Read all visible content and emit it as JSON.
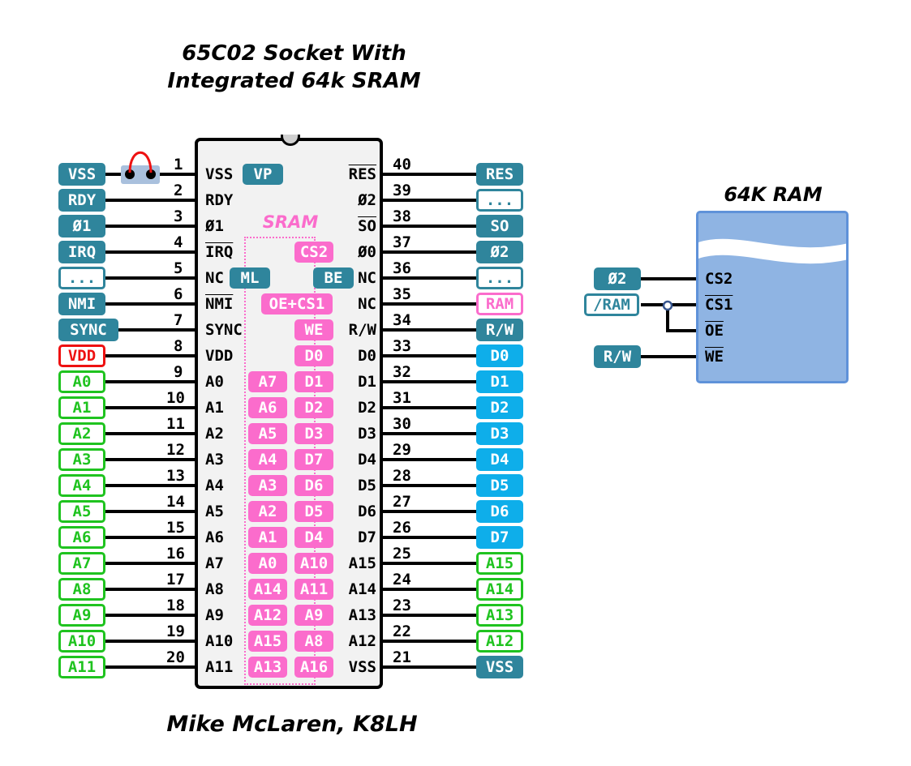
{
  "title": {
    "line1": "65C02 Socket With",
    "line2": "Integrated 64k SRAM"
  },
  "footer": "Mike McLaren, K8LH",
  "colors": {
    "teal": "#2f859c",
    "green": "#1fc31f",
    "red": "#ee1111",
    "cyan": "#0eaeea",
    "pink": "#fb6ccc",
    "ram_blue": "#8fb4e3",
    "jumper_red": "#ee1111"
  },
  "chip": {
    "sram_label": "SRAM",
    "left_pins": [
      {
        "num": "1",
        "name": "VSS",
        "overline": false,
        "tag": "VSS",
        "style": "teal"
      },
      {
        "num": "2",
        "name": "RDY",
        "overline": false,
        "tag": "RDY",
        "style": "teal"
      },
      {
        "num": "3",
        "name": "Ø1",
        "overline": false,
        "tag": "Ø1",
        "style": "teal"
      },
      {
        "num": "4",
        "name": "IRQ",
        "overline": true,
        "tag": "IRQ",
        "style": "teal"
      },
      {
        "num": "5",
        "name": "NC",
        "overline": false,
        "tag": "...",
        "style": "teal-o"
      },
      {
        "num": "6",
        "name": "NMI",
        "overline": true,
        "tag": "NMI",
        "style": "teal"
      },
      {
        "num": "7",
        "name": "SYNC",
        "overline": false,
        "tag": "SYNC",
        "style": "teal"
      },
      {
        "num": "8",
        "name": "VDD",
        "overline": false,
        "tag": "VDD",
        "style": "red-o"
      },
      {
        "num": "9",
        "name": "A0",
        "overline": false,
        "tag": "A0",
        "style": "green-o"
      },
      {
        "num": "10",
        "name": "A1",
        "overline": false,
        "tag": "A1",
        "style": "green-o"
      },
      {
        "num": "11",
        "name": "A2",
        "overline": false,
        "tag": "A2",
        "style": "green-o"
      },
      {
        "num": "12",
        "name": "A3",
        "overline": false,
        "tag": "A3",
        "style": "green-o"
      },
      {
        "num": "13",
        "name": "A4",
        "overline": false,
        "tag": "A4",
        "style": "green-o"
      },
      {
        "num": "14",
        "name": "A5",
        "overline": false,
        "tag": "A5",
        "style": "green-o"
      },
      {
        "num": "15",
        "name": "A6",
        "overline": false,
        "tag": "A6",
        "style": "green-o"
      },
      {
        "num": "16",
        "name": "A7",
        "overline": false,
        "tag": "A7",
        "style": "green-o"
      },
      {
        "num": "17",
        "name": "A8",
        "overline": false,
        "tag": "A8",
        "style": "green-o"
      },
      {
        "num": "18",
        "name": "A9",
        "overline": false,
        "tag": "A9",
        "style": "green-o"
      },
      {
        "num": "19",
        "name": "A10",
        "overline": false,
        "tag": "A10",
        "style": "green-o"
      },
      {
        "num": "20",
        "name": "A11",
        "overline": false,
        "tag": "A11",
        "style": "green-o"
      }
    ],
    "right_pins": [
      {
        "num": "40",
        "name": "RES",
        "overline": true,
        "tag": "RES",
        "style": "teal"
      },
      {
        "num": "39",
        "name": "Ø2",
        "overline": false,
        "tag": "...",
        "style": "teal-o"
      },
      {
        "num": "38",
        "name": "SO",
        "overline": true,
        "tag": "SO",
        "style": "teal"
      },
      {
        "num": "37",
        "name": "Ø0",
        "overline": false,
        "tag": "Ø2",
        "style": "teal"
      },
      {
        "num": "36",
        "name": "NC",
        "overline": false,
        "tag": "...",
        "style": "teal-o"
      },
      {
        "num": "35",
        "name": "NC",
        "overline": false,
        "tag": "RAM",
        "style": "pink-o"
      },
      {
        "num": "34",
        "name": "R/W",
        "overline": false,
        "tag": "R/W",
        "style": "teal"
      },
      {
        "num": "33",
        "name": "D0",
        "overline": false,
        "tag": "D0",
        "style": "cyan"
      },
      {
        "num": "32",
        "name": "D1",
        "overline": false,
        "tag": "D1",
        "style": "cyan"
      },
      {
        "num": "31",
        "name": "D2",
        "overline": false,
        "tag": "D2",
        "style": "cyan"
      },
      {
        "num": "30",
        "name": "D3",
        "overline": false,
        "tag": "D3",
        "style": "cyan"
      },
      {
        "num": "29",
        "name": "D4",
        "overline": false,
        "tag": "D4",
        "style": "cyan"
      },
      {
        "num": "28",
        "name": "D5",
        "overline": false,
        "tag": "D5",
        "style": "cyan"
      },
      {
        "num": "27",
        "name": "D6",
        "overline": false,
        "tag": "D6",
        "style": "cyan"
      },
      {
        "num": "26",
        "name": "D7",
        "overline": false,
        "tag": "D7",
        "style": "cyan"
      },
      {
        "num": "25",
        "name": "A15",
        "overline": false,
        "tag": "A15",
        "style": "green-o"
      },
      {
        "num": "24",
        "name": "A14",
        "overline": false,
        "tag": "A14",
        "style": "green-o"
      },
      {
        "num": "23",
        "name": "A13",
        "overline": false,
        "tag": "A13",
        "style": "green-o"
      },
      {
        "num": "22",
        "name": "A12",
        "overline": false,
        "tag": "A12",
        "style": "green-o"
      },
      {
        "num": "21",
        "name": "VSS",
        "overline": false,
        "tag": "VSS",
        "style": "teal"
      }
    ],
    "inner_left_tags": [
      "VP",
      "",
      "",
      "",
      "ML",
      "",
      "",
      "",
      "A7",
      "A6",
      "A5",
      "A4",
      "A3",
      "A2",
      "A1",
      "A0",
      "A14",
      "A12",
      "A15",
      "A13"
    ],
    "inner_right_tags": [
      "",
      "",
      "",
      "CS2",
      "BE",
      "OE+CS1",
      "WE",
      "D0",
      "D1",
      "D2",
      "D3",
      "D7",
      "D6",
      "D5",
      "D4",
      "A10",
      "A11",
      "A9",
      "A8",
      "A16"
    ]
  },
  "ram": {
    "title": "64K RAM",
    "pins": [
      {
        "name": "CS2",
        "overline": false,
        "tag": "Ø2",
        "style": "teal"
      },
      {
        "name": "CS1",
        "overline": true,
        "tag": "/RAM",
        "style": "teal-o"
      },
      {
        "name": "OE",
        "overline": true,
        "tag": "",
        "style": ""
      },
      {
        "name": "WE",
        "overline": true,
        "tag": "R/W",
        "style": "teal"
      }
    ]
  }
}
